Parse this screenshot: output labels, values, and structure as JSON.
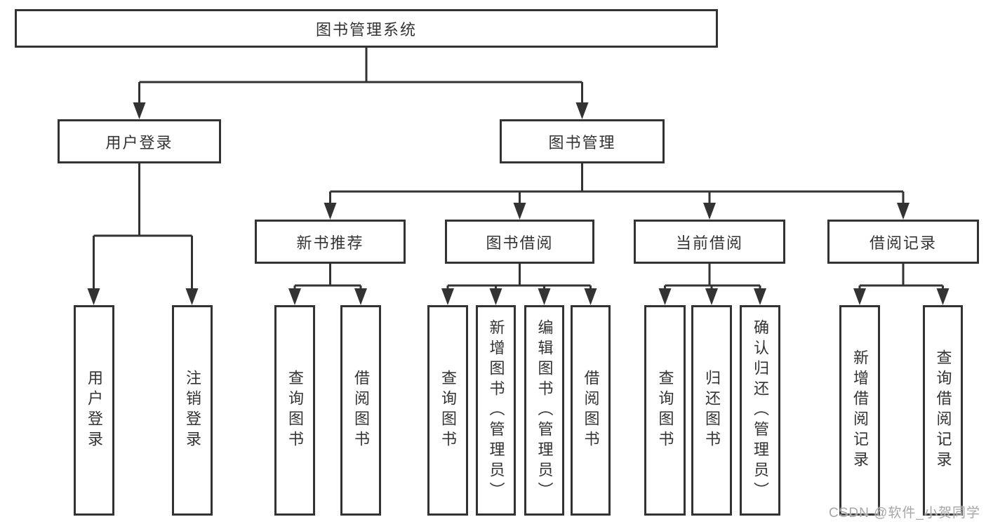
{
  "diagram": {
    "root": {
      "label": "图书管理系统"
    },
    "level2": [
      {
        "label": "用户登录"
      },
      {
        "label": "图书管理"
      }
    ],
    "level3": [
      {
        "label": "新书推荐"
      },
      {
        "label": "图书借阅"
      },
      {
        "label": "当前借阅"
      },
      {
        "label": "借阅记录"
      }
    ],
    "leaves": {
      "user_login": [
        "用户登录",
        "注销登录"
      ],
      "new_book": [
        "查询图书",
        "借阅图书"
      ],
      "book_borrow": [
        "查询图书",
        "新增图书（管理员）",
        "编辑图书（管理员）",
        "借阅图书"
      ],
      "current_borrow": [
        "查询图书",
        "归还图书",
        "确认归还（管理员）"
      ],
      "borrow_record": [
        "新增借阅记录",
        "查询借阅记录"
      ]
    }
  },
  "watermark": {
    "text": "CSDN @软件_小贺同学"
  },
  "colors": {
    "line": "#333333",
    "box_border": "#333333",
    "text": "#333333",
    "watermark": "#a6a6a6",
    "background": "#ffffff"
  }
}
